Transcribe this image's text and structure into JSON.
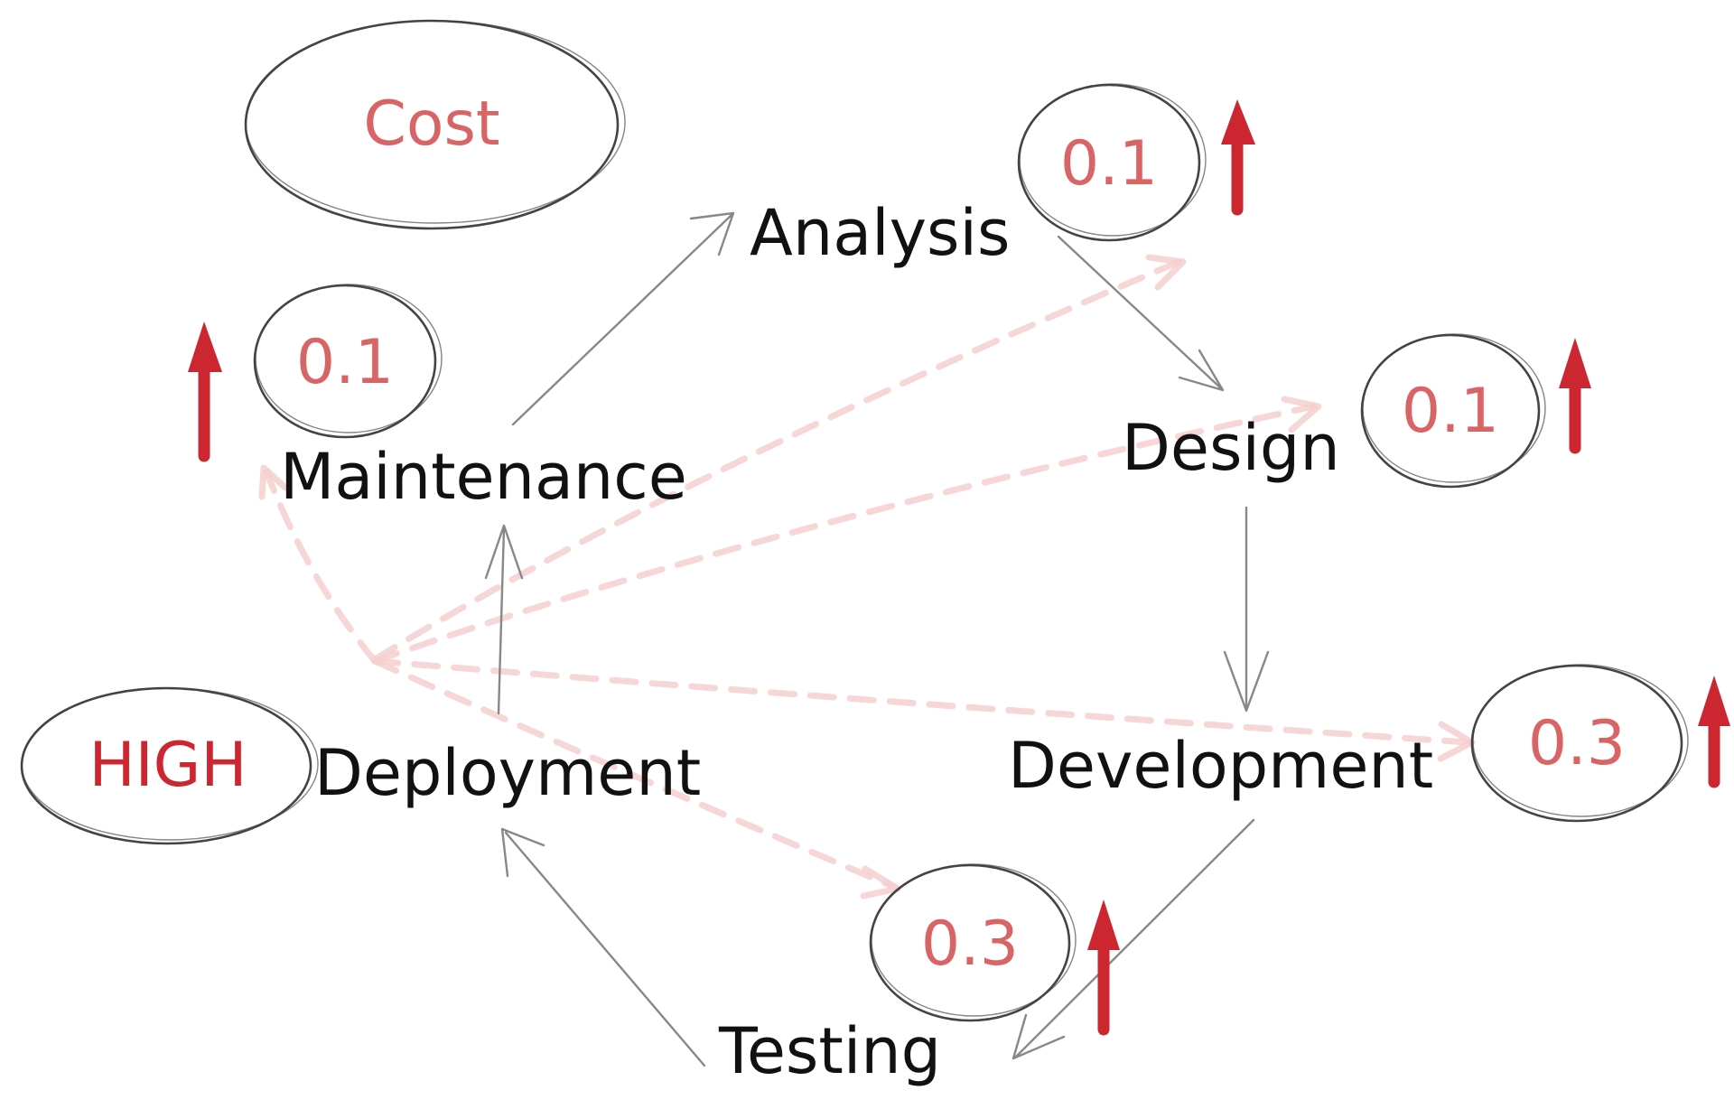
{
  "colors": {
    "stage_text": "#111111",
    "value_text": "#d96466",
    "level_text": "#cc2630",
    "oval_stroke": "#444444",
    "flow_arrow": "#888888",
    "dashed_link": "#f6cfcf",
    "up_arrow": "#cc2630"
  },
  "title_oval": {
    "label": "Cost"
  },
  "level_oval": {
    "label": "HIGH"
  },
  "stages": {
    "analysis": "Analysis",
    "design": "Design",
    "development": "Development",
    "testing": "Testing",
    "deployment": "Deployment",
    "maintenance": "Maintenance"
  },
  "cost_values": {
    "analysis": "0.1",
    "design": "0.1",
    "development": "0.3",
    "testing": "0.3",
    "maintenance": "0.1"
  },
  "icons": {
    "up": "up-arrow-icon",
    "flow": "flow-arrow-icon"
  }
}
